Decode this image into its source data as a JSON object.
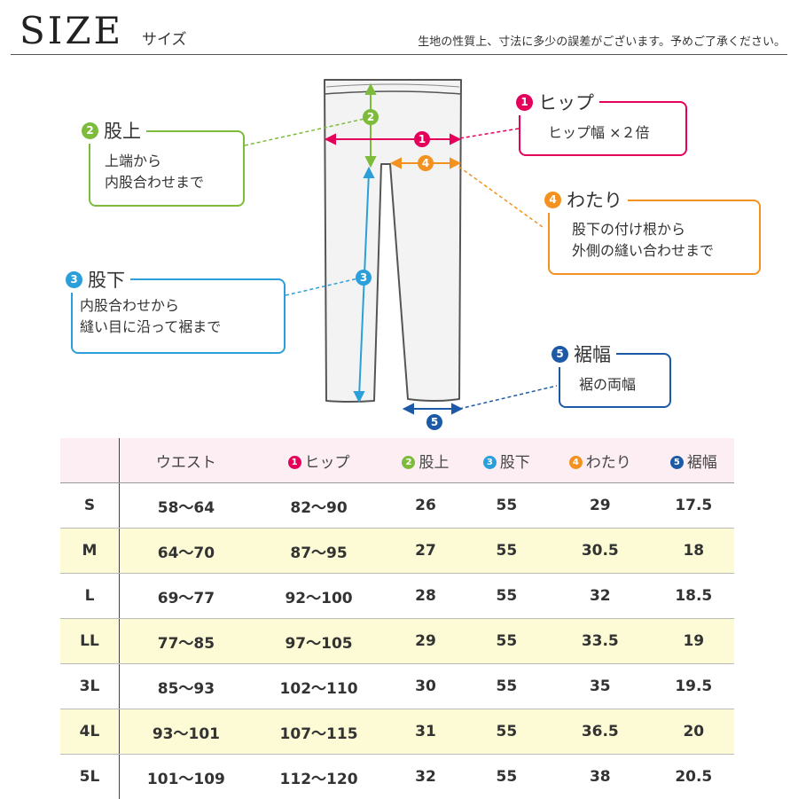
{
  "header": {
    "title": "SIZE",
    "subtitle": "サイズ",
    "note": "生地の性質上、寸法に多少の誤差がございます。予めご了承ください。"
  },
  "colors": {
    "hip": "#e4005a",
    "rise": "#7dbb3a",
    "inseam": "#2b9fd9",
    "thigh": "#f39221",
    "hem": "#1c5aa7"
  },
  "callouts": {
    "hip": {
      "num": "1",
      "title": "ヒップ",
      "lines": [
        "ヒップ幅 ×２倍"
      ]
    },
    "rise": {
      "num": "2",
      "title": "股上",
      "lines": [
        "上端から",
        "内股合わせまで"
      ]
    },
    "inseam": {
      "num": "3",
      "title": "股下",
      "lines": [
        "内股合わせから",
        "縫い目に沿って裾まで"
      ]
    },
    "thigh": {
      "num": "4",
      "title": "わたり",
      "lines": [
        "股下の付け根から",
        "外側の縫い合わせまで"
      ]
    },
    "hem": {
      "num": "5",
      "title": "裾幅",
      "lines": [
        "裾の両幅"
      ]
    }
  },
  "table": {
    "headers": [
      "",
      "ウエスト",
      "ヒップ",
      "股上",
      "股下",
      "わたり",
      "裾幅"
    ],
    "header_nums": [
      "",
      "",
      "1",
      "2",
      "3",
      "4",
      "5"
    ],
    "rows": [
      [
        "S",
        "58〜64",
        "82〜90",
        "26",
        "55",
        "29",
        "17.5"
      ],
      [
        "M",
        "64〜70",
        "87〜95",
        "27",
        "55",
        "30.5",
        "18"
      ],
      [
        "L",
        "69〜77",
        "92〜100",
        "28",
        "55",
        "32",
        "18.5"
      ],
      [
        "LL",
        "77〜85",
        "97〜105",
        "29",
        "55",
        "33.5",
        "19"
      ],
      [
        "3L",
        "85〜93",
        "102〜110",
        "30",
        "55",
        "35",
        "19.5"
      ],
      [
        "4L",
        "93〜101",
        "107〜115",
        "31",
        "55",
        "36.5",
        "20"
      ],
      [
        "5L",
        "101〜109",
        "112〜120",
        "32",
        "55",
        "38",
        "20.5"
      ]
    ]
  }
}
